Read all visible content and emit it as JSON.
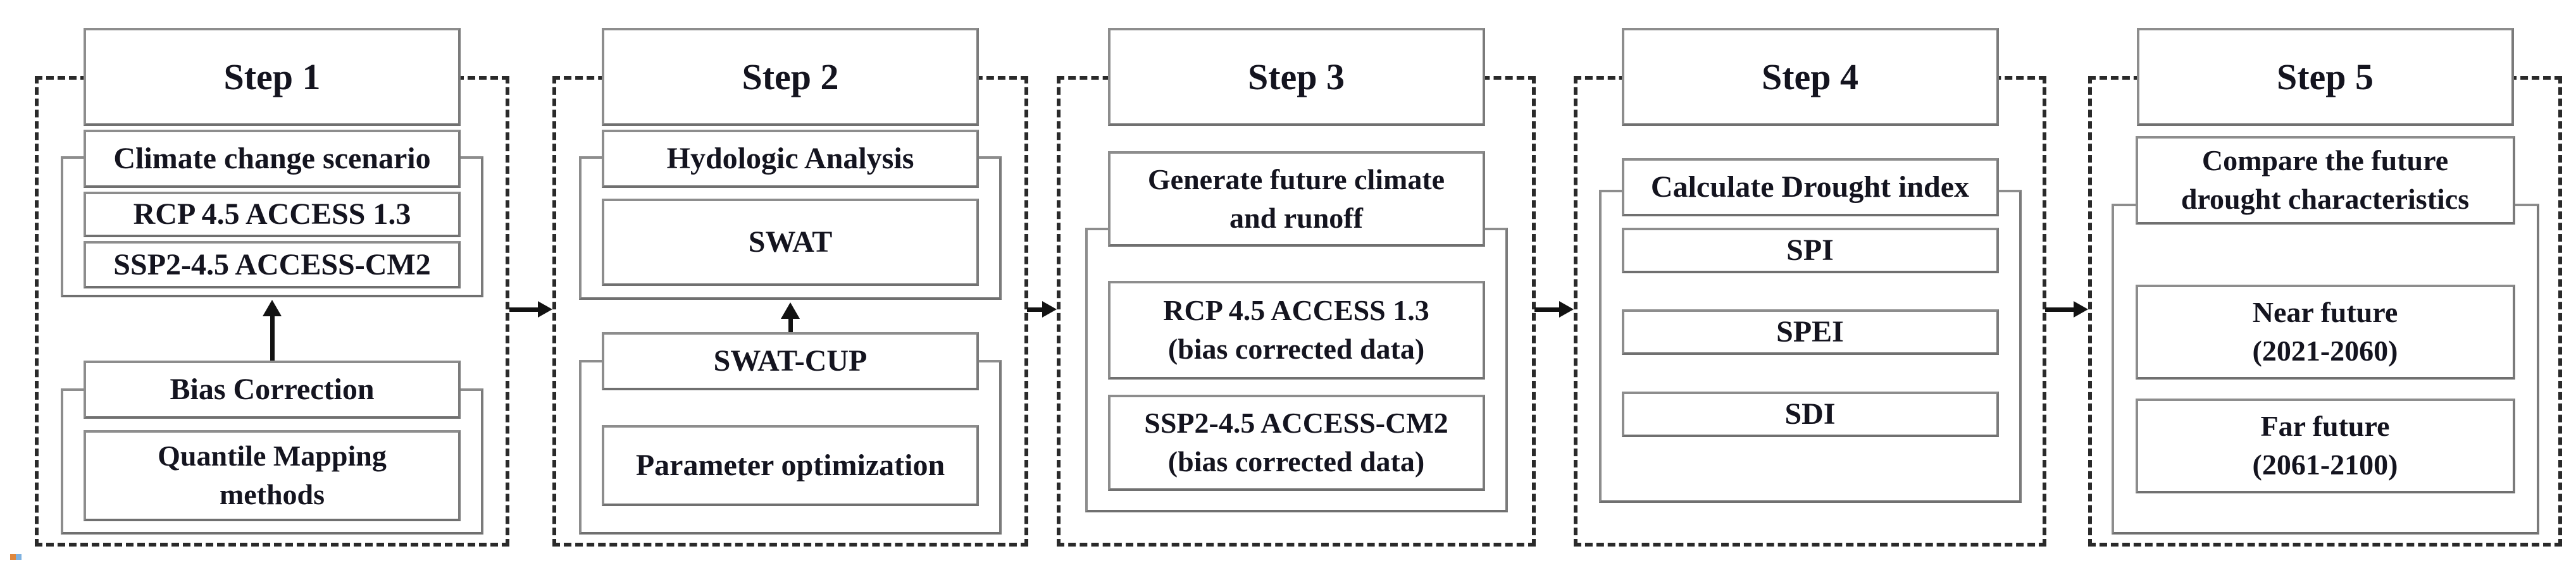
{
  "figure": {
    "type": "flowchart",
    "colors": {
      "background": "#ffffff",
      "box_border": "#8d8d8d",
      "dashed_border": "#2a2a2a",
      "text": "#14141f",
      "arrow": "#121212",
      "artifact_orange": "#e0873c",
      "artifact_blue": "#7fb2e0"
    }
  },
  "steps": [
    {
      "title": "Step 1",
      "groups": [
        {
          "header": "Climate change scenario",
          "items": [
            "RCP 4.5 ACCESS 1.3",
            "SSP2-4.5 ACCESS-CM2"
          ]
        },
        {
          "header": "Bias Correction",
          "items": [
            "Quantile Mapping\nmethods"
          ]
        }
      ],
      "internal_arrow": "up from Bias Correction to Climate change scenario",
      "connects_to_next": true
    },
    {
      "title": "Step 2",
      "groups": [
        {
          "header": "Hydologic Analysis",
          "items": [
            "SWAT"
          ]
        },
        {
          "header": "SWAT-CUP",
          "items": [
            "Parameter optimization"
          ]
        }
      ],
      "internal_arrow": "up from SWAT-CUP to SWAT",
      "connects_to_next": true
    },
    {
      "title": "Step 3",
      "groups": [
        {
          "header": "Generate future climate\nand runoff",
          "items": [
            "RCP 4.5 ACCESS 1.3\n(bias corrected data)",
            "SSP2-4.5 ACCESS-CM2\n(bias corrected data)"
          ]
        }
      ],
      "connects_to_next": true
    },
    {
      "title": "Step 4",
      "groups": [
        {
          "header": "Calculate Drought index",
          "items": [
            "SPI",
            "SPEI",
            "SDI"
          ]
        }
      ],
      "connects_to_next": true
    },
    {
      "title": "Step 5",
      "groups": [
        {
          "header": "Compare the future\ndrought characteristics",
          "items": [
            "Near future\n(2021-2060)",
            "Far future\n(2061-2100)"
          ]
        }
      ],
      "connects_to_next": false
    }
  ]
}
